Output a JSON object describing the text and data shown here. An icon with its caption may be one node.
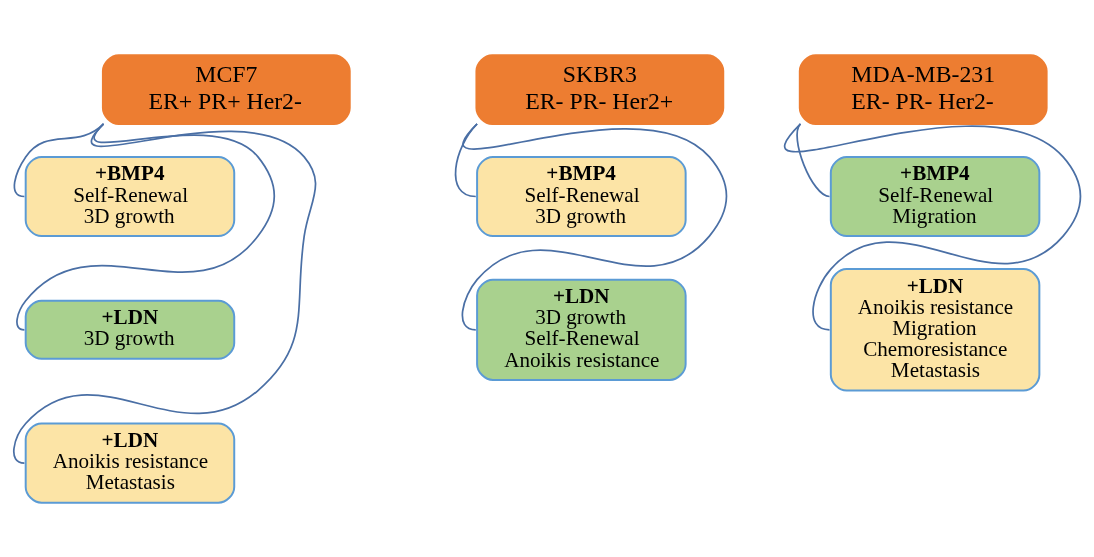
{
  "diagram": {
    "nodes": [
      {
        "text": [
          "MCF7",
          "ER+ PR+ Her2-"
        ]
      },
      {
        "text": [
          "+BMP4",
          "Self-Renewal",
          "3D growth"
        ]
      },
      {
        "text": [
          "+LDN",
          "3D growth"
        ]
      },
      {
        "text": [
          "+LDN",
          "Anoikis resistance",
          "Metastasis"
        ]
      },
      {
        "text": [
          "SKBR3",
          "ER- PR- Her2+"
        ]
      },
      {
        "text": [
          "+BMP4",
          "Self-Renewal",
          "3D growth"
        ]
      },
      {
        "text": [
          "+LDN",
          "3D growth",
          "Self-Renewal",
          "Anoikis resistance"
        ]
      },
      {
        "text": [
          "MDA-MB-231",
          "ER- PR- Her2-"
        ]
      },
      {
        "text": [
          "+BMP4",
          "Self-Renewal",
          "Migration"
        ]
      },
      {
        "text": [
          "+LDN",
          "Anoikis resistance",
          "Migration",
          "Chemoresistance",
          "Metastasis"
        ]
      }
    ],
    "edges": [
      {
        "from": 0,
        "to": 1,
        "arrow": "none"
      },
      {
        "from": 0,
        "to": 2,
        "arrow": "none"
      },
      {
        "from": 0,
        "to": 3,
        "arrow": "none"
      },
      {
        "from": 4,
        "to": 5,
        "arrow": "none"
      },
      {
        "from": 4,
        "to": 6,
        "arrow": "none"
      },
      {
        "from": 7,
        "to": 8,
        "arrow": "none"
      },
      {
        "from": 7,
        "to": 9,
        "arrow": "none"
      }
    ]
  }
}
